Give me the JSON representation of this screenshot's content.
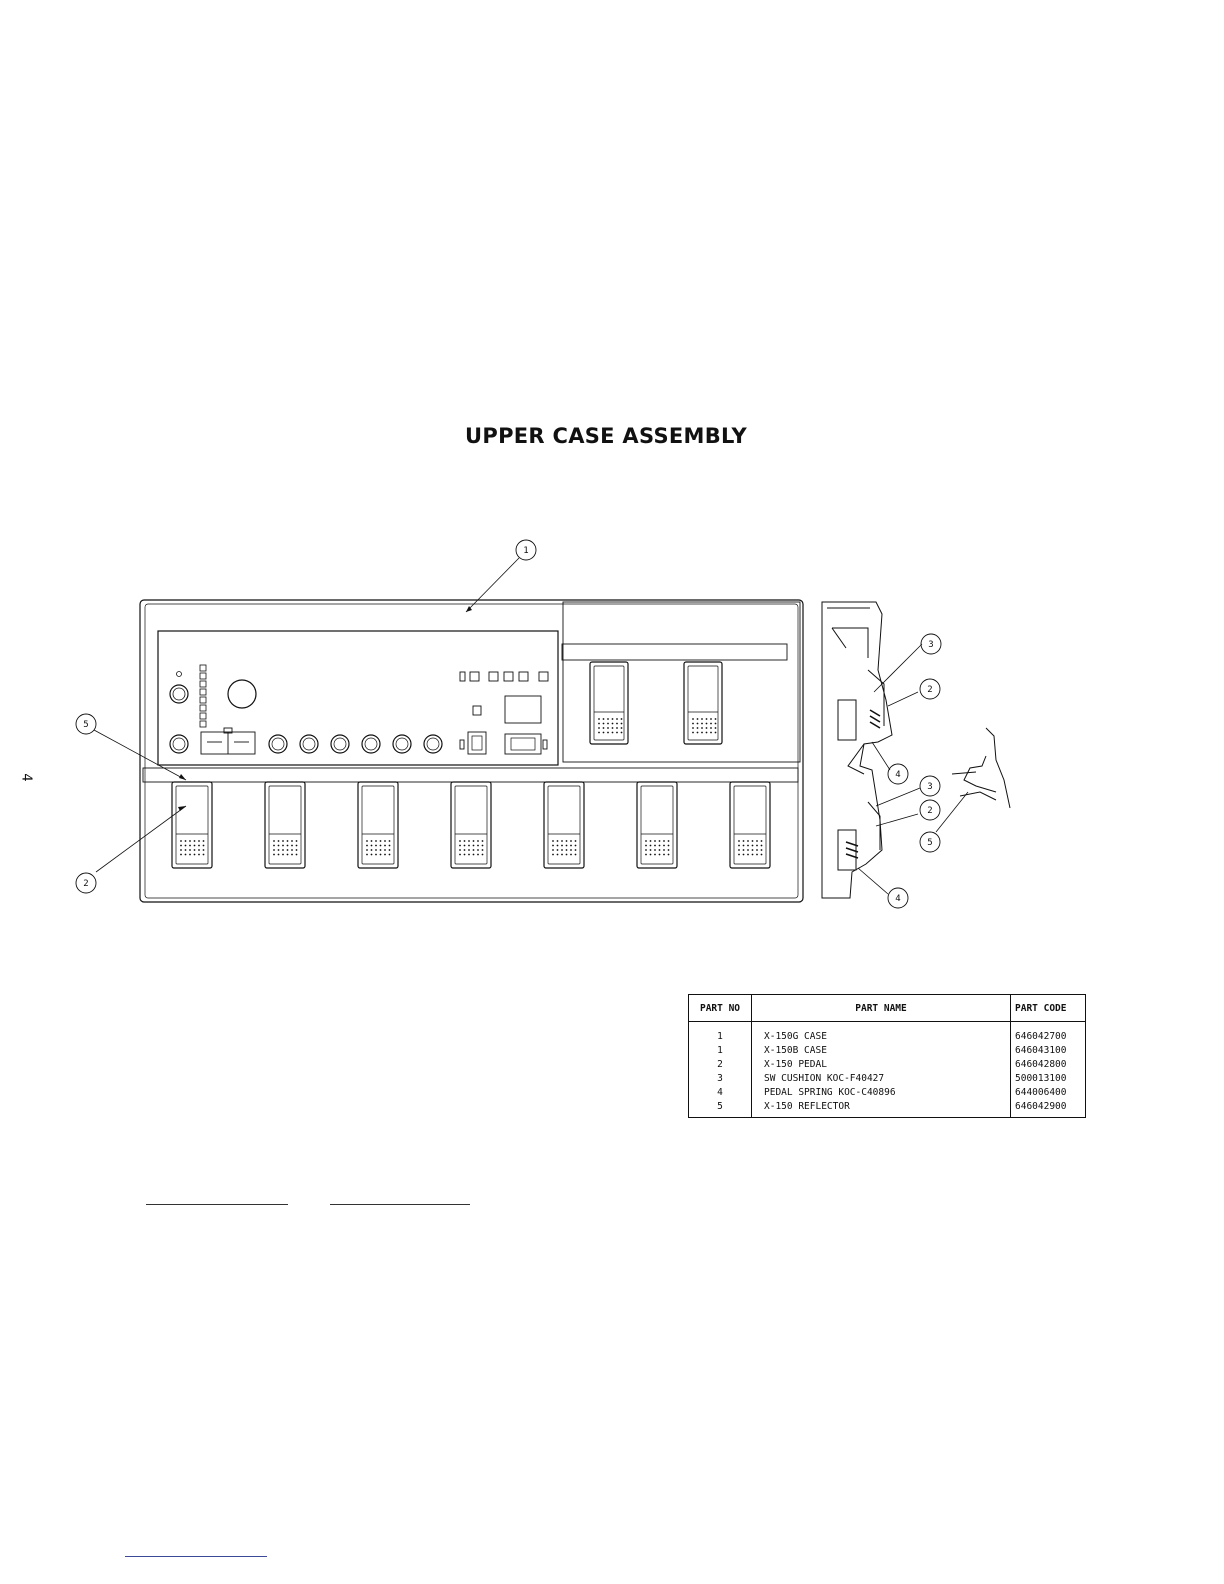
{
  "page": {
    "number": "4"
  },
  "title": "UPPER CASE ASSEMBLY",
  "callouts": {
    "case": "1",
    "pedal": "2",
    "cushion": "3",
    "spring": "4",
    "reflector": "5"
  },
  "parts_table": {
    "headers": {
      "part_no": "PART NO",
      "part_name": "PART NAME",
      "part_code": "PART CODE"
    },
    "rows": [
      {
        "part_no": "1",
        "part_name": "X-150G CASE",
        "part_code": "646042700"
      },
      {
        "part_no": "1",
        "part_name": "X-150B CASE",
        "part_code": "646043100"
      },
      {
        "part_no": "2",
        "part_name": "X-150 PEDAL",
        "part_code": "646042800"
      },
      {
        "part_no": "3",
        "part_name": "SW CUSHION  KOC-F40427",
        "part_code": "500013100"
      },
      {
        "part_no": "4",
        "part_name": "PEDAL SPRING  KOC-C40896",
        "part_code": "644006400"
      },
      {
        "part_no": "5",
        "part_name": "X-150 REFLECTOR",
        "part_code": "646042900"
      }
    ]
  }
}
